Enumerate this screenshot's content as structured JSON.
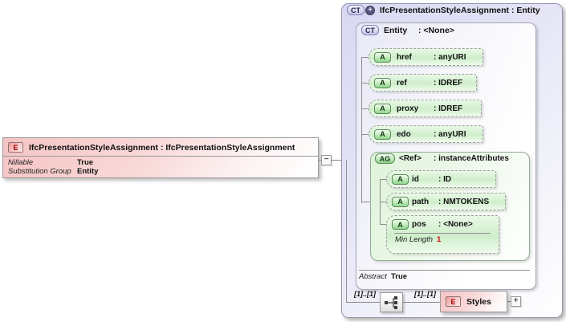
{
  "colors": {
    "element_pink": "#f5c4c4",
    "attribute_green": "#cfeecb",
    "complex_type_lavender": "#d8d8f2",
    "connector_line": "#8f8f8f",
    "facet_value_red": "#cc0000"
  },
  "icons": {
    "element": "E",
    "attribute": "A",
    "attribute_group": "AG",
    "complex_type": "CT",
    "plus": "+",
    "minus": "−",
    "sequence": "sequence-compositor"
  },
  "element": {
    "title": "IfcPresentationStyleAssignment : IfcPresentationStyleAssignment",
    "properties": [
      {
        "label": "Nillable",
        "value": "True"
      },
      {
        "label": "Substitution Group",
        "value": "Entity"
      }
    ]
  },
  "complex_type": {
    "title": "IfcPresentationStyleAssignment : Entity",
    "base": {
      "name": "Entity",
      "type": ": <None>",
      "attributes": [
        {
          "name": "href",
          "type": ": anyURI"
        },
        {
          "name": "ref",
          "type": ": IDREF"
        },
        {
          "name": "proxy",
          "type": ": IDREF"
        },
        {
          "name": "edo",
          "type": ": anyURI"
        }
      ],
      "attribute_group": {
        "name": "<Ref>",
        "type": ": instanceAttributes",
        "attributes": [
          {
            "name": "id",
            "type": ": ID"
          },
          {
            "name": "path",
            "type": ": NMTOKENS"
          },
          {
            "name": "pos",
            "type": ": <None>",
            "facet_label": "Min Length",
            "facet_value": "1"
          }
        ]
      },
      "properties": [
        {
          "label": "Abstract",
          "value": "True"
        }
      ]
    },
    "content_model": {
      "cardinality_source": "[1]..[1]",
      "cardinality_target": "[1]..[1]",
      "child": {
        "name": "Styles"
      }
    }
  }
}
